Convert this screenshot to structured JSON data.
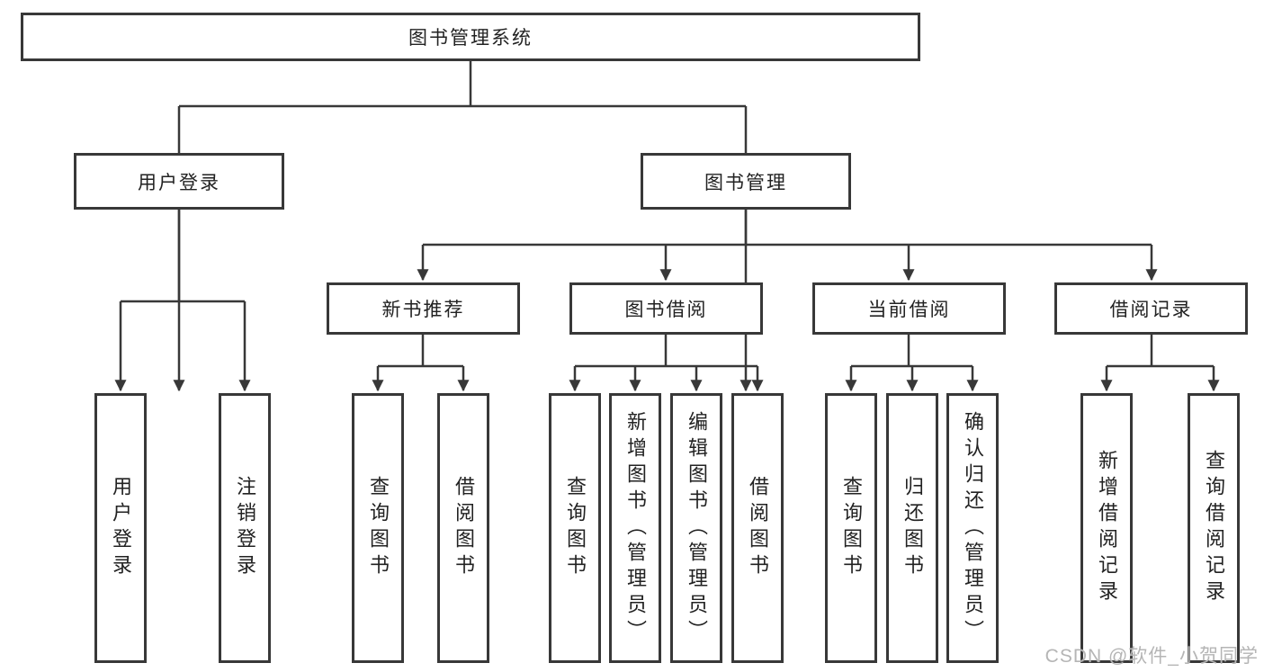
{
  "colors": {
    "line": "#383838",
    "box_border": "#383838",
    "text": "#222222",
    "watermark_gray": "#b5b5b5",
    "background": "#ffffff"
  },
  "watermark": {
    "text": "CSDN @软件_小贺同学"
  },
  "tree": {
    "root": {
      "label": "图书管理系统",
      "children": [
        {
          "label": "用户登录",
          "children": [
            {
              "label": "用户登录"
            },
            {
              "label": "注销登录"
            }
          ]
        },
        {
          "label": "图书管理",
          "children": [
            {
              "label": "新书推荐",
              "children": [
                {
                  "label": "查询图书"
                },
                {
                  "label": "借阅图书"
                }
              ]
            },
            {
              "label": "图书借阅",
              "children": [
                {
                  "label": "查询图书"
                },
                {
                  "label": "新增图书（管理员）"
                },
                {
                  "label": "编辑图书（管理员）"
                },
                {
                  "label": "借阅图书"
                }
              ]
            },
            {
              "label": "当前借阅",
              "children": [
                {
                  "label": "查询图书"
                },
                {
                  "label": "归还图书"
                },
                {
                  "label": "确认归还（管理员）"
                }
              ]
            },
            {
              "label": "借阅记录",
              "children": [
                {
                  "label": "新增借阅记录"
                },
                {
                  "label": "查询借阅记录"
                }
              ]
            }
          ]
        }
      ]
    }
  }
}
